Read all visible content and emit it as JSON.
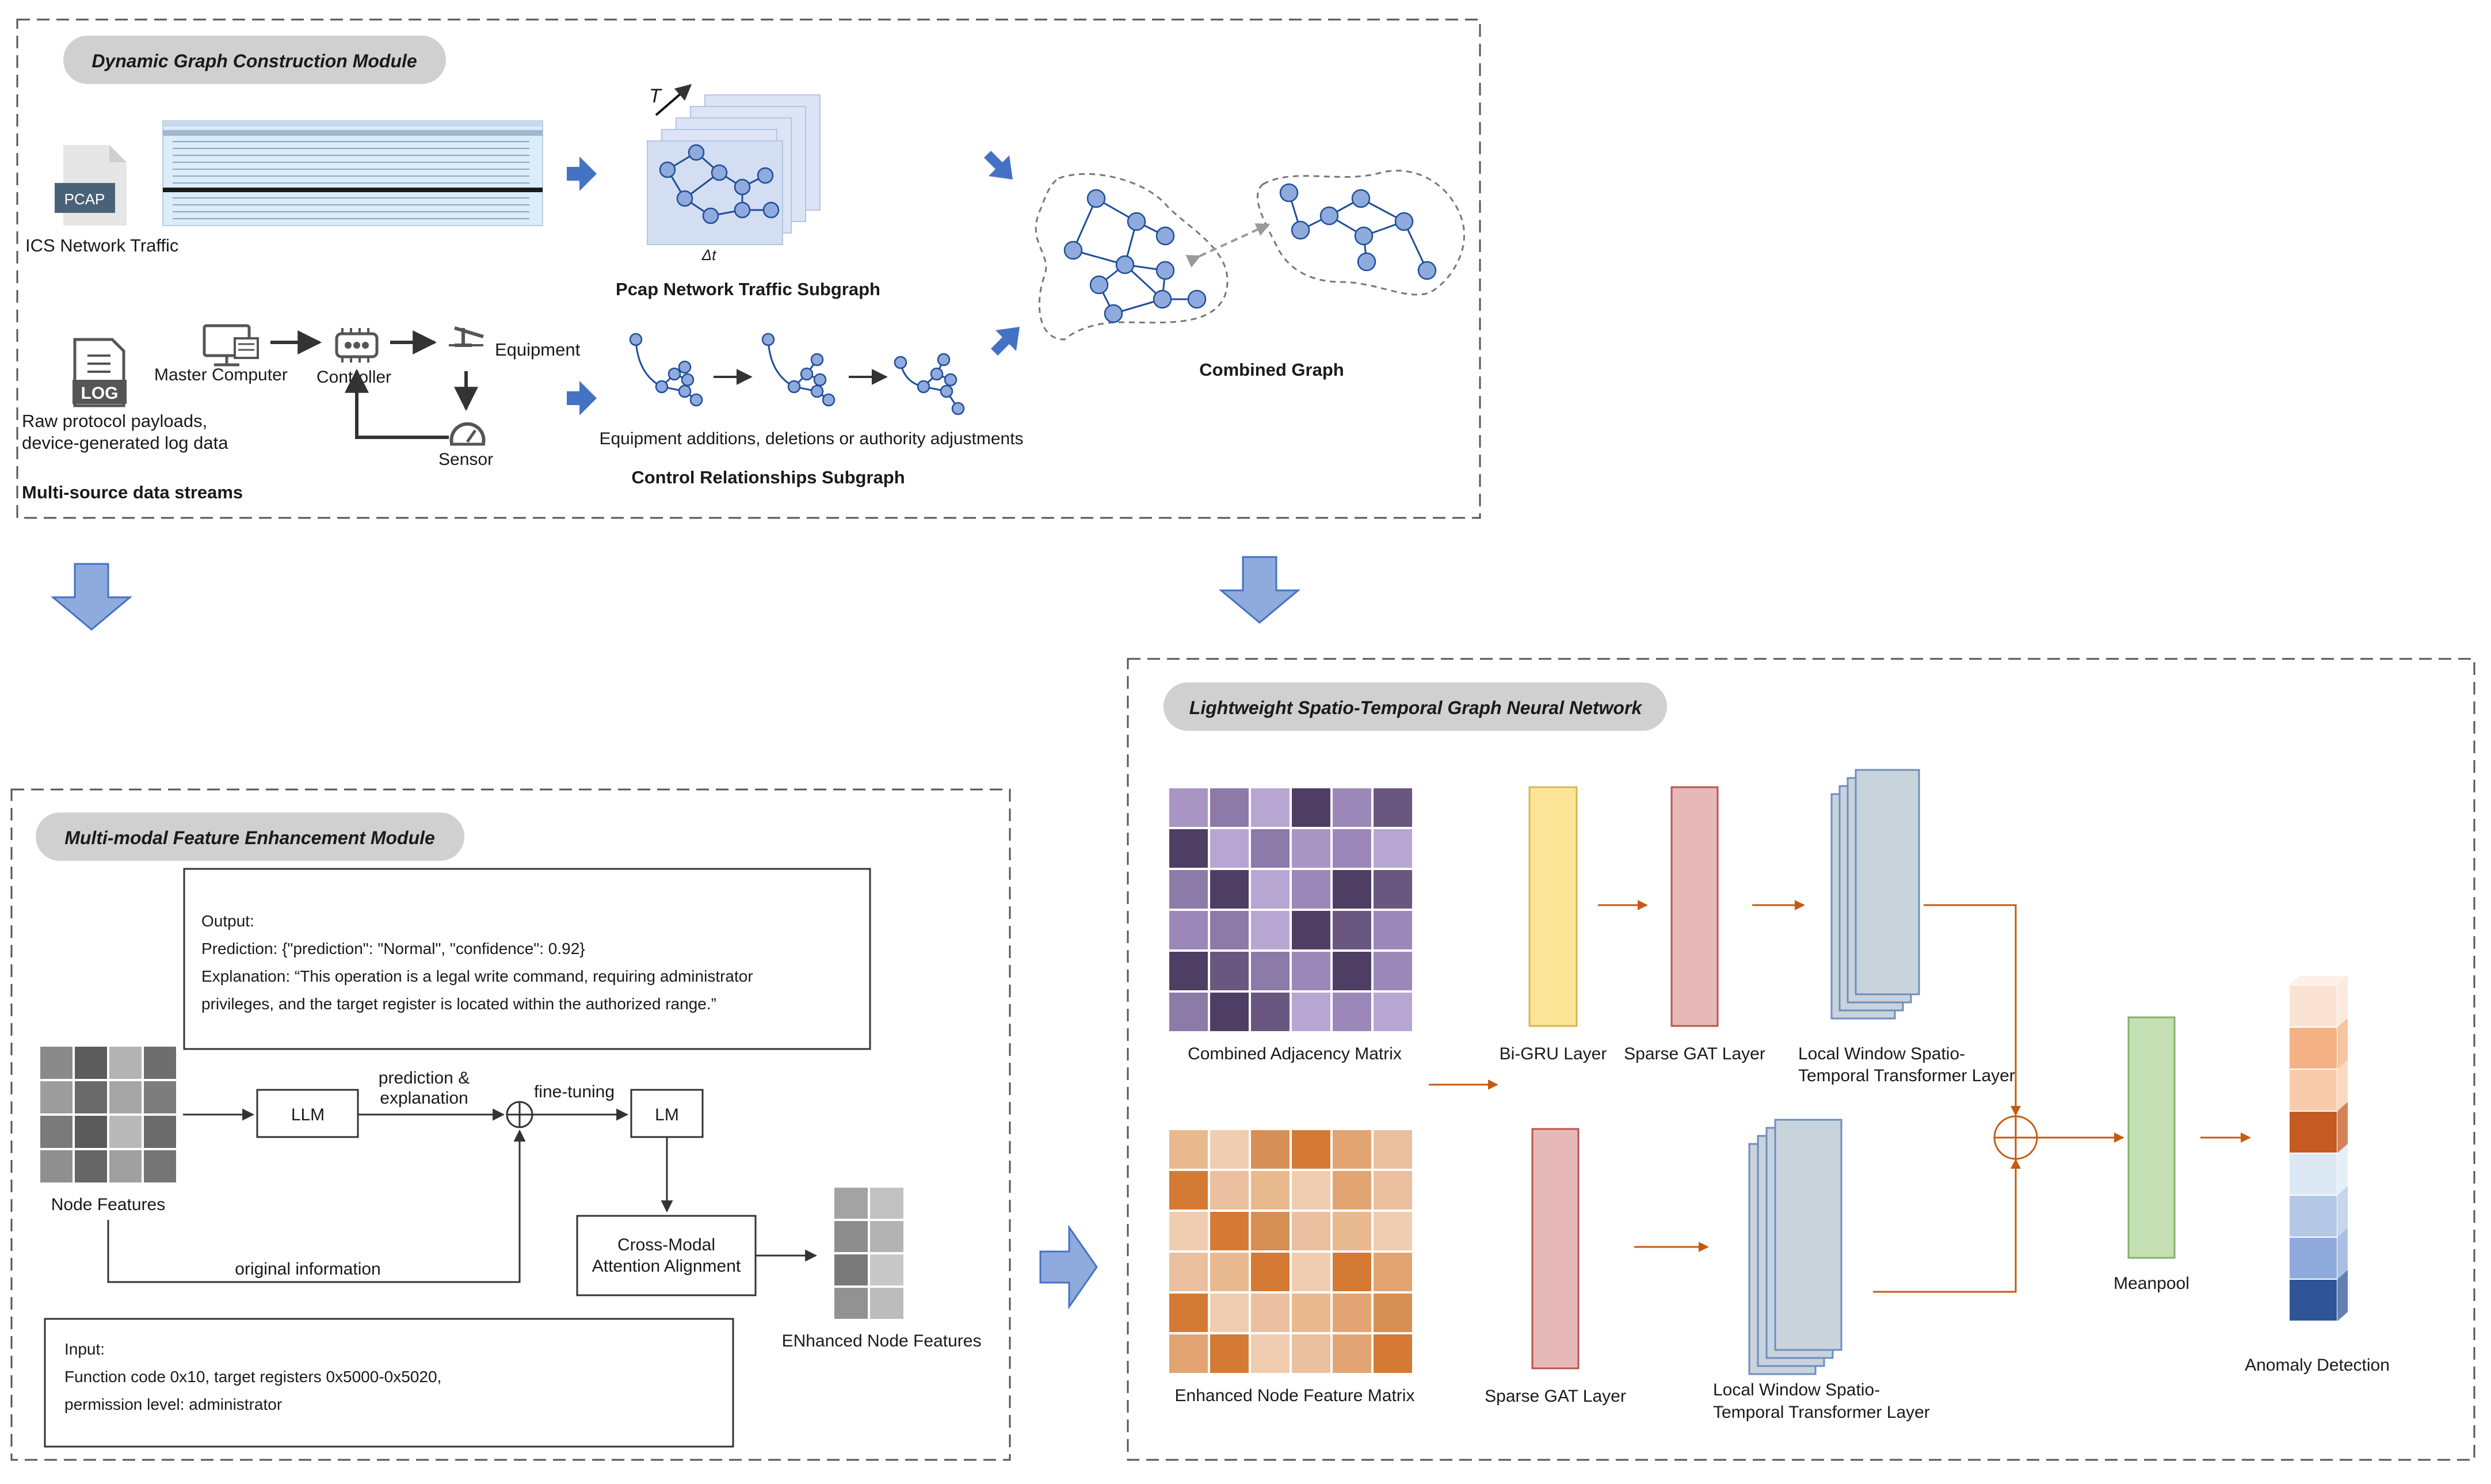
{
  "modules": {
    "dgc": {
      "title": "Dynamic Graph Construction Module"
    },
    "stgnn": {
      "title": "Lightweight Spatio-Temporal Graph Neural Network"
    },
    "mfe": {
      "title": "Multi-modal Feature Enhancement Module"
    }
  },
  "dgc": {
    "pcap_icon": "PCAP",
    "ics_label": "ICS Network Traffic",
    "t_label": "T",
    "dt_label": "Δt",
    "pcap_subgraph": "Pcap Network Traffic Subgraph",
    "log_icon": "LOG",
    "log_line1": "Raw protocol payloads,",
    "log_line2": "device-generated log data",
    "master_computer": "Master Computer",
    "controller": "Controller",
    "equipment": "Equipment",
    "sensor": "Sensor",
    "multisource": "Multi-source data streams",
    "equip_changes": "Equipment additions, deletions or authority adjustments",
    "control_subgraph": "Control Relationships Subgraph",
    "combined_graph": "Combined Graph"
  },
  "mfe": {
    "output_title": "Output:",
    "output_pred": "Prediction: {\"prediction\": \"Normal\", \"confidence\": 0.92}",
    "output_expl1": "Explanation: “This operation is a legal write command, requiring administrator",
    "output_expl2": "privileges, and the target register is located within the authorized range.”",
    "llm": "LLM",
    "lm": "LM",
    "pred_expl1": "prediction &",
    "pred_expl2": "explanation",
    "fine_tuning": "fine-tuning",
    "node_features": "Node Features",
    "original_info": "original information",
    "cmaa1": "Cross-Modal",
    "cmaa2": "Attention Alignment",
    "enhanced_nf": "ENhanced Node Features",
    "input_title": "Input:",
    "input_line1": "Function code 0x10, target registers 0x5000-0x5020,",
    "input_line2": "permission level: administrator"
  },
  "stgnn": {
    "cam": "Combined Adjacency Matrix",
    "bigru": "Bi-GRU Layer",
    "sgat_top": "Sparse GAT Layer",
    "lwst_top1": "Local Window Spatio-",
    "lwst_top2": "Temporal Transformer Layer",
    "enfm": "Enhanced Node Feature Matrix",
    "sgat_bot": "Sparse GAT Layer",
    "lwst_bot1": "Local Window Spatio-",
    "lwst_bot2": "Temporal Transformer Layer",
    "meanpool": "Meanpool",
    "anomaly": "Anomaly Detection"
  },
  "colors": {
    "purple_matrix": [
      "#a895c4",
      "#8c7aa8",
      "#b7a6d1",
      "#4e3e63",
      "#9b88b8",
      "#6a577f"
    ],
    "orange_matrix": [
      "#e8b98f",
      "#d68f55",
      "#f0cdb0",
      "#e2a472",
      "#d57a35",
      "#eac0a0"
    ],
    "anomaly_stack": [
      "#fbe3d4",
      "#f4b183",
      "#f8cbad",
      "#c55a22",
      "#dce9f5",
      "#b4c7e7",
      "#8faadc",
      "#2f5597"
    ],
    "bigru": "#fde597",
    "sgat": "#e6b9b8",
    "lwst": "#c9d3dc",
    "meanpool": "#c5e0b4",
    "arrow_blue": "#4472c4",
    "arrow_orange": "#c55a11"
  }
}
